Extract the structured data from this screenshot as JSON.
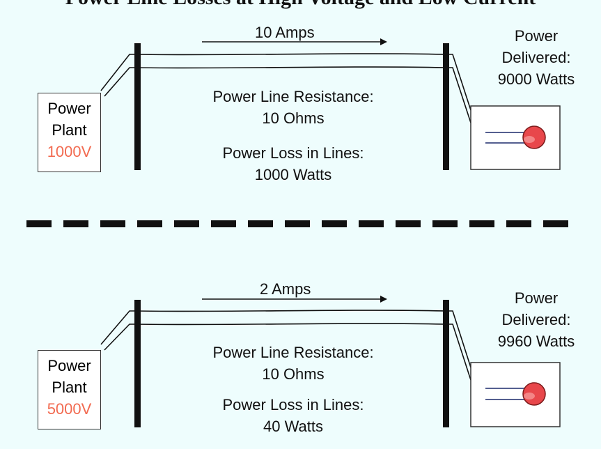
{
  "title": "Power Line Losses at High Voltage and Low Current",
  "colors": {
    "voltage": "#f26a50",
    "bulb": "#e8474b",
    "pole": "#111111",
    "background": "#eefdfd"
  },
  "scenarios": [
    {
      "current": "10 Amps",
      "plant": {
        "label_line1": "Power",
        "label_line2": "Plant",
        "voltage": "1000V"
      },
      "resistance": {
        "label": "Power Line Resistance:",
        "value": "10 Ohms"
      },
      "loss": {
        "label": "Power Loss in Lines:",
        "value": "1000 Watts"
      },
      "delivered": {
        "line1": "Power",
        "line2": "Delivered:",
        "value": "9000 Watts"
      }
    },
    {
      "current": "2 Amps",
      "plant": {
        "label_line1": "Power",
        "label_line2": "Plant",
        "voltage": "5000V"
      },
      "resistance": {
        "label": "Power Line Resistance:",
        "value": "10 Ohms"
      },
      "loss": {
        "label": "Power Loss in Lines:",
        "value": "40 Watts"
      },
      "delivered": {
        "line1": "Power",
        "line2": "Delivered:",
        "value": "9960 Watts"
      }
    }
  ]
}
